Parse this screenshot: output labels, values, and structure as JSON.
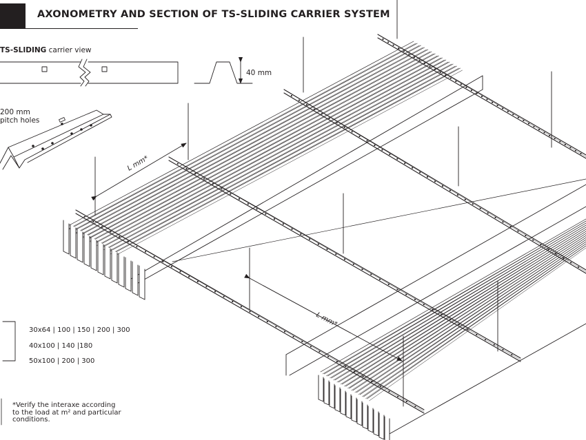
{
  "header": {
    "title": "AXONOMETRY AND SECTION OF TS-SLIDING CARRIER SYSTEM"
  },
  "carrier": {
    "label_bold": "TS-SLIDING",
    "label_rest": " carrier view",
    "height_label": "40 mm",
    "pitch_line1": "200 mm",
    "pitch_line2": "pitch holes"
  },
  "dimensions": {
    "span_label_1": "L mm*",
    "span_label_2": "L mm*"
  },
  "profiles": {
    "sizes": [
      "30x64 | 100 | 150 | 200 | 300",
      "40x100 | 140 |180",
      "50x100 | 200 | 300"
    ]
  },
  "footnote": {
    "lines": [
      "*Verify the interaxe according",
      "to the load at m² and particular",
      "conditions."
    ]
  },
  "colors": {
    "ink": "#231f20",
    "background": "#ffffff"
  }
}
